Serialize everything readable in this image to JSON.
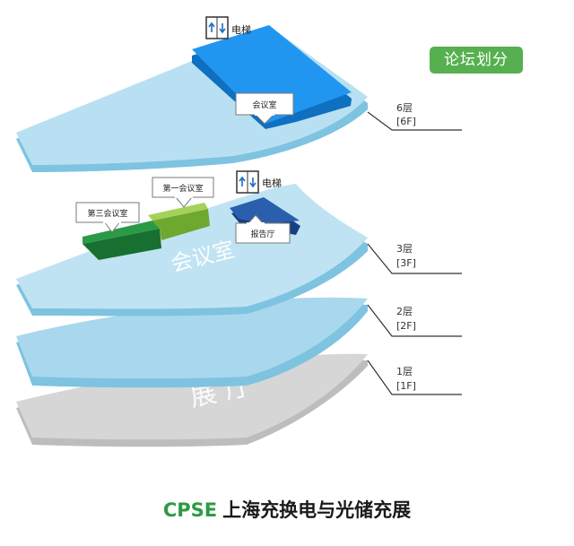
{
  "badge": "论坛划分",
  "floors": {
    "f6": {
      "cn": "6层",
      "en": "[6F]"
    },
    "f3": {
      "cn": "3层",
      "en": "[3F]"
    },
    "f2": {
      "cn": "2层",
      "en": "[2F]"
    },
    "f1": {
      "cn": "1层",
      "en": "[1F]"
    }
  },
  "rooms": {
    "f6_meeting": "会议室",
    "f3_third": "第三会议室",
    "f3_first": "第一会议室",
    "f3_report": "报告厅"
  },
  "elevator": "电梯",
  "slab_text": {
    "f3": "会议室",
    "f1": "展 厅"
  },
  "footer": {
    "brand": "CPSE",
    "text": "上海充换电与光储充展"
  },
  "colors": {
    "slab_blue": "#a9d8ee",
    "slab_edge": "#7ec3e0",
    "slab_gray": "#cfcfcf",
    "room_blue": "#1b8ee3",
    "room_green_light": "#8cc63f",
    "room_green_dark": "#1f8a3b",
    "room_navy": "#1f4e99",
    "badge_green": "#56b04f"
  }
}
